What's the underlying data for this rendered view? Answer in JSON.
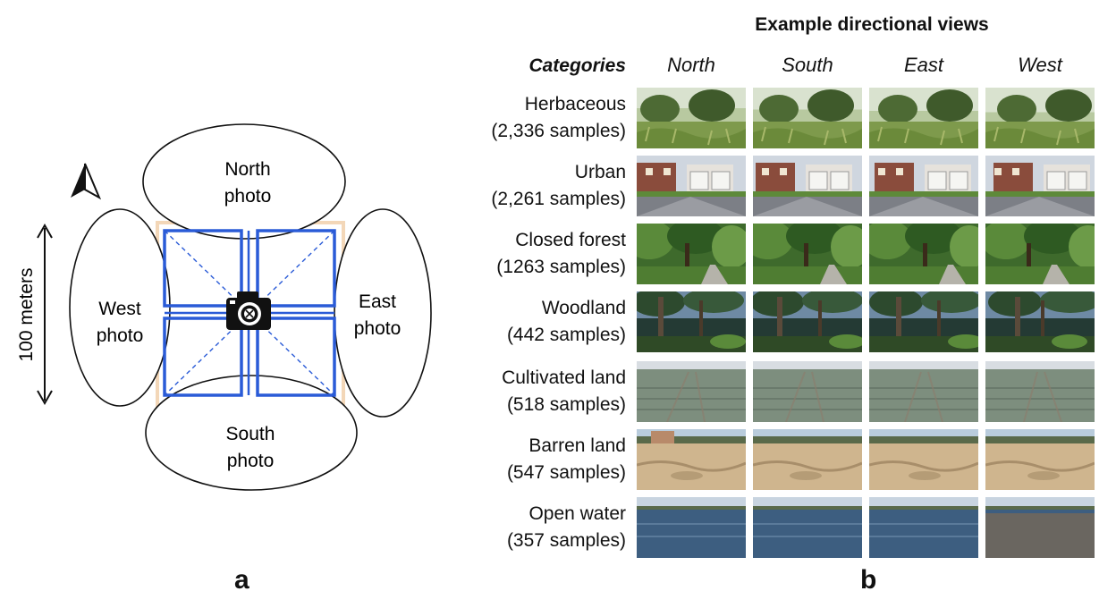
{
  "panel_a": {
    "distance_label": "100 meters",
    "regions": {
      "north": "North\nphoto",
      "south": "South\nphoto",
      "east": "East\nphoto",
      "west": "West\nphoto"
    },
    "colors": {
      "grid": "#2a5bd7",
      "outline": "#f3d7b8",
      "ellipse": "#111111"
    },
    "icons": [
      "north-arrow-icon",
      "camera-icon",
      "double-arrow-icon"
    ]
  },
  "panel_b": {
    "title": "Example directional views",
    "categories_header": "Categories",
    "directions": [
      "North",
      "South",
      "East",
      "West"
    ],
    "categories": [
      {
        "name": "Herbaceous",
        "samples": "(2,336 samples)",
        "scene": "herbaceous"
      },
      {
        "name": "Urban",
        "samples": "(2,261 samples)",
        "scene": "urban"
      },
      {
        "name": "Closed forest",
        "samples": "(1263 samples)",
        "scene": "forest"
      },
      {
        "name": "Woodland",
        "samples": "(442 samples)",
        "scene": "woodland"
      },
      {
        "name": "Cultivated land",
        "samples": "(518 samples)",
        "scene": "cultivated"
      },
      {
        "name": "Barren land",
        "samples": "(547 samples)",
        "scene": "barren"
      },
      {
        "name": "Open water",
        "samples": "(357 samples)",
        "scene": "water"
      }
    ]
  },
  "labels": {
    "a": "a",
    "b": "b"
  }
}
